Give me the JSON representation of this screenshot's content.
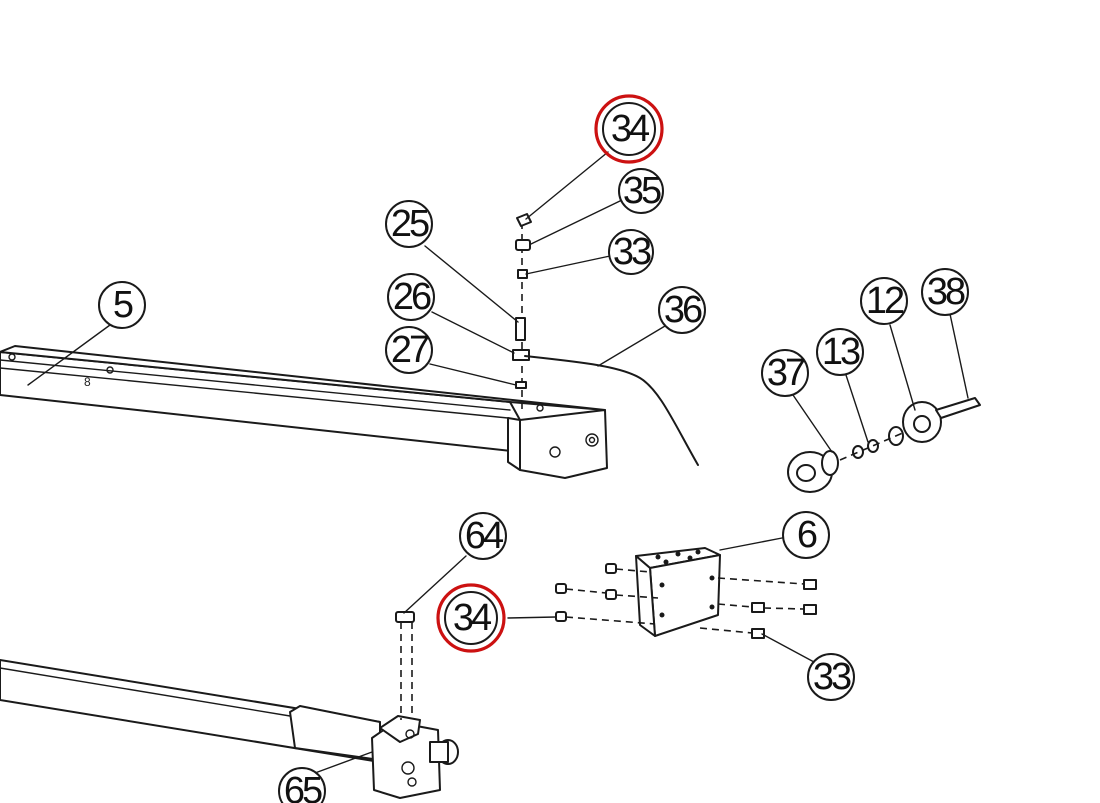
{
  "highlight_color": "#cc1111",
  "callouts": [
    {
      "id": "c34a",
      "label": "34",
      "highlighted": true
    },
    {
      "id": "c35",
      "label": "35",
      "highlighted": false
    },
    {
      "id": "c33a",
      "label": "33",
      "highlighted": false
    },
    {
      "id": "c25",
      "label": "25",
      "highlighted": false
    },
    {
      "id": "c26",
      "label": "26",
      "highlighted": false
    },
    {
      "id": "c27",
      "label": "27",
      "highlighted": false
    },
    {
      "id": "c36",
      "label": "36",
      "highlighted": false
    },
    {
      "id": "c5",
      "label": "5",
      "highlighted": false
    },
    {
      "id": "c37",
      "label": "37",
      "highlighted": false
    },
    {
      "id": "c13",
      "label": "13",
      "highlighted": false
    },
    {
      "id": "c12",
      "label": "12",
      "highlighted": false
    },
    {
      "id": "c38",
      "label": "38",
      "highlighted": false
    },
    {
      "id": "c6",
      "label": "6",
      "highlighted": false
    },
    {
      "id": "c64",
      "label": "64",
      "highlighted": false
    },
    {
      "id": "c34b",
      "label": "34",
      "highlighted": true
    },
    {
      "id": "c33b",
      "label": "33",
      "highlighted": false
    },
    {
      "id": "c65",
      "label": "65",
      "highlighted": false
    }
  ],
  "frame_marking": "8"
}
